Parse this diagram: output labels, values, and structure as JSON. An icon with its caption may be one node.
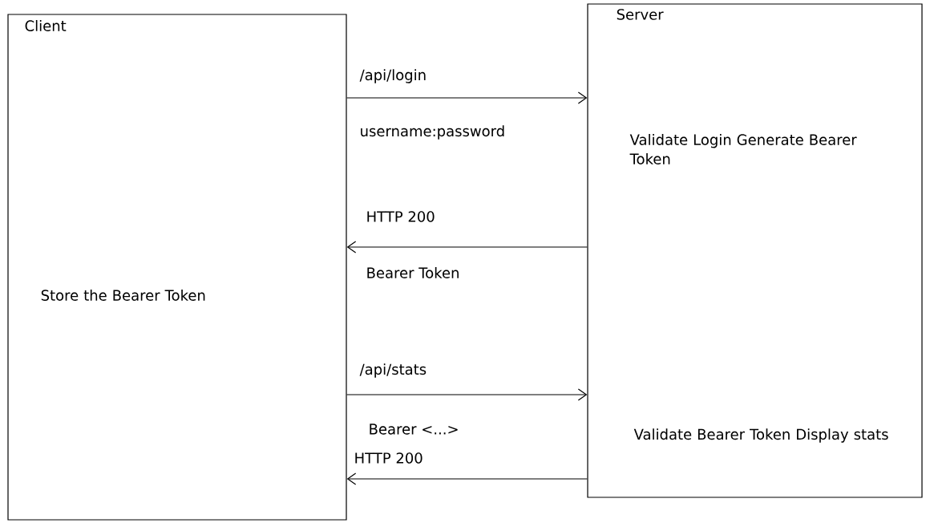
{
  "diagram": {
    "nodes": [
      {
        "text": [
          "Client",
          "Store the Bearer Token"
        ]
      },
      {
        "text": [
          "Server",
          "Validate Login Generate Bearer Token",
          "Validate Bearer Token Display stats"
        ]
      }
    ],
    "edges": [
      {
        "from": 0,
        "to": 1,
        "arrow": "to",
        "label": "/api/login"
      },
      {
        "from": 1,
        "to": 0,
        "arrow": "to",
        "label": "HTTP 200"
      },
      {
        "from": 0,
        "to": 1,
        "arrow": "to",
        "label": "/api/stats"
      },
      {
        "from": 1,
        "to": 0,
        "arrow": "to",
        "label": "HTTP 200"
      }
    ],
    "labels": [
      "username:password",
      "Bearer Token",
      "Bearer <...>"
    ]
  }
}
